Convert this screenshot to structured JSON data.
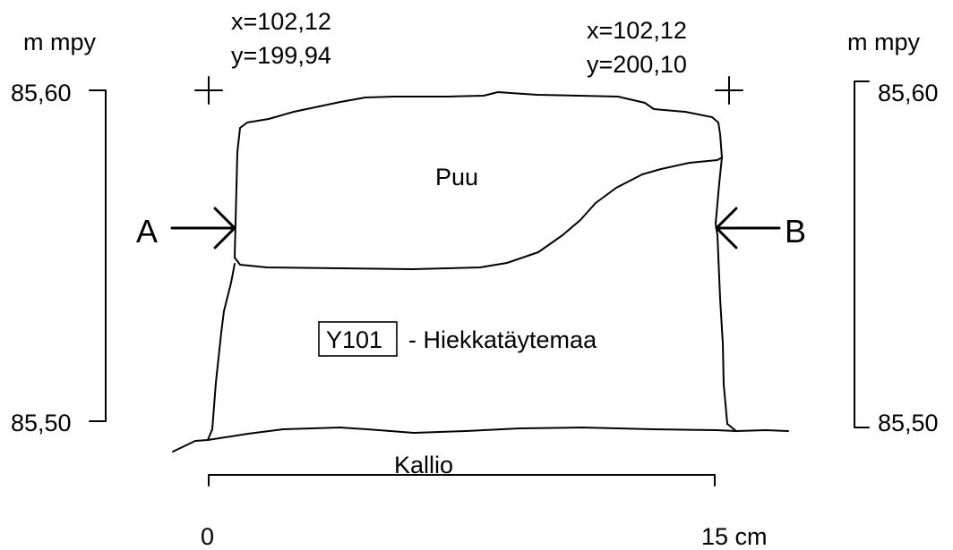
{
  "elevation": {
    "unit": "m mpy",
    "top": "85,60",
    "bottom": "85,50"
  },
  "coordinates": {
    "left": {
      "x": "x=102,12",
      "y": "y=199,94"
    },
    "right": {
      "x": "x=102,12",
      "y": "y=200,10"
    }
  },
  "section": {
    "left_label": "A",
    "right_label": "B"
  },
  "layers": {
    "wood": "Puu",
    "fill_code": "Y101",
    "fill_desc": "- Hiekkatäytemaa",
    "bedrock": "Kallio"
  },
  "scale": {
    "start": "0",
    "end": "15 cm"
  },
  "colors": {
    "line": "#000000",
    "background": "#ffffff"
  }
}
